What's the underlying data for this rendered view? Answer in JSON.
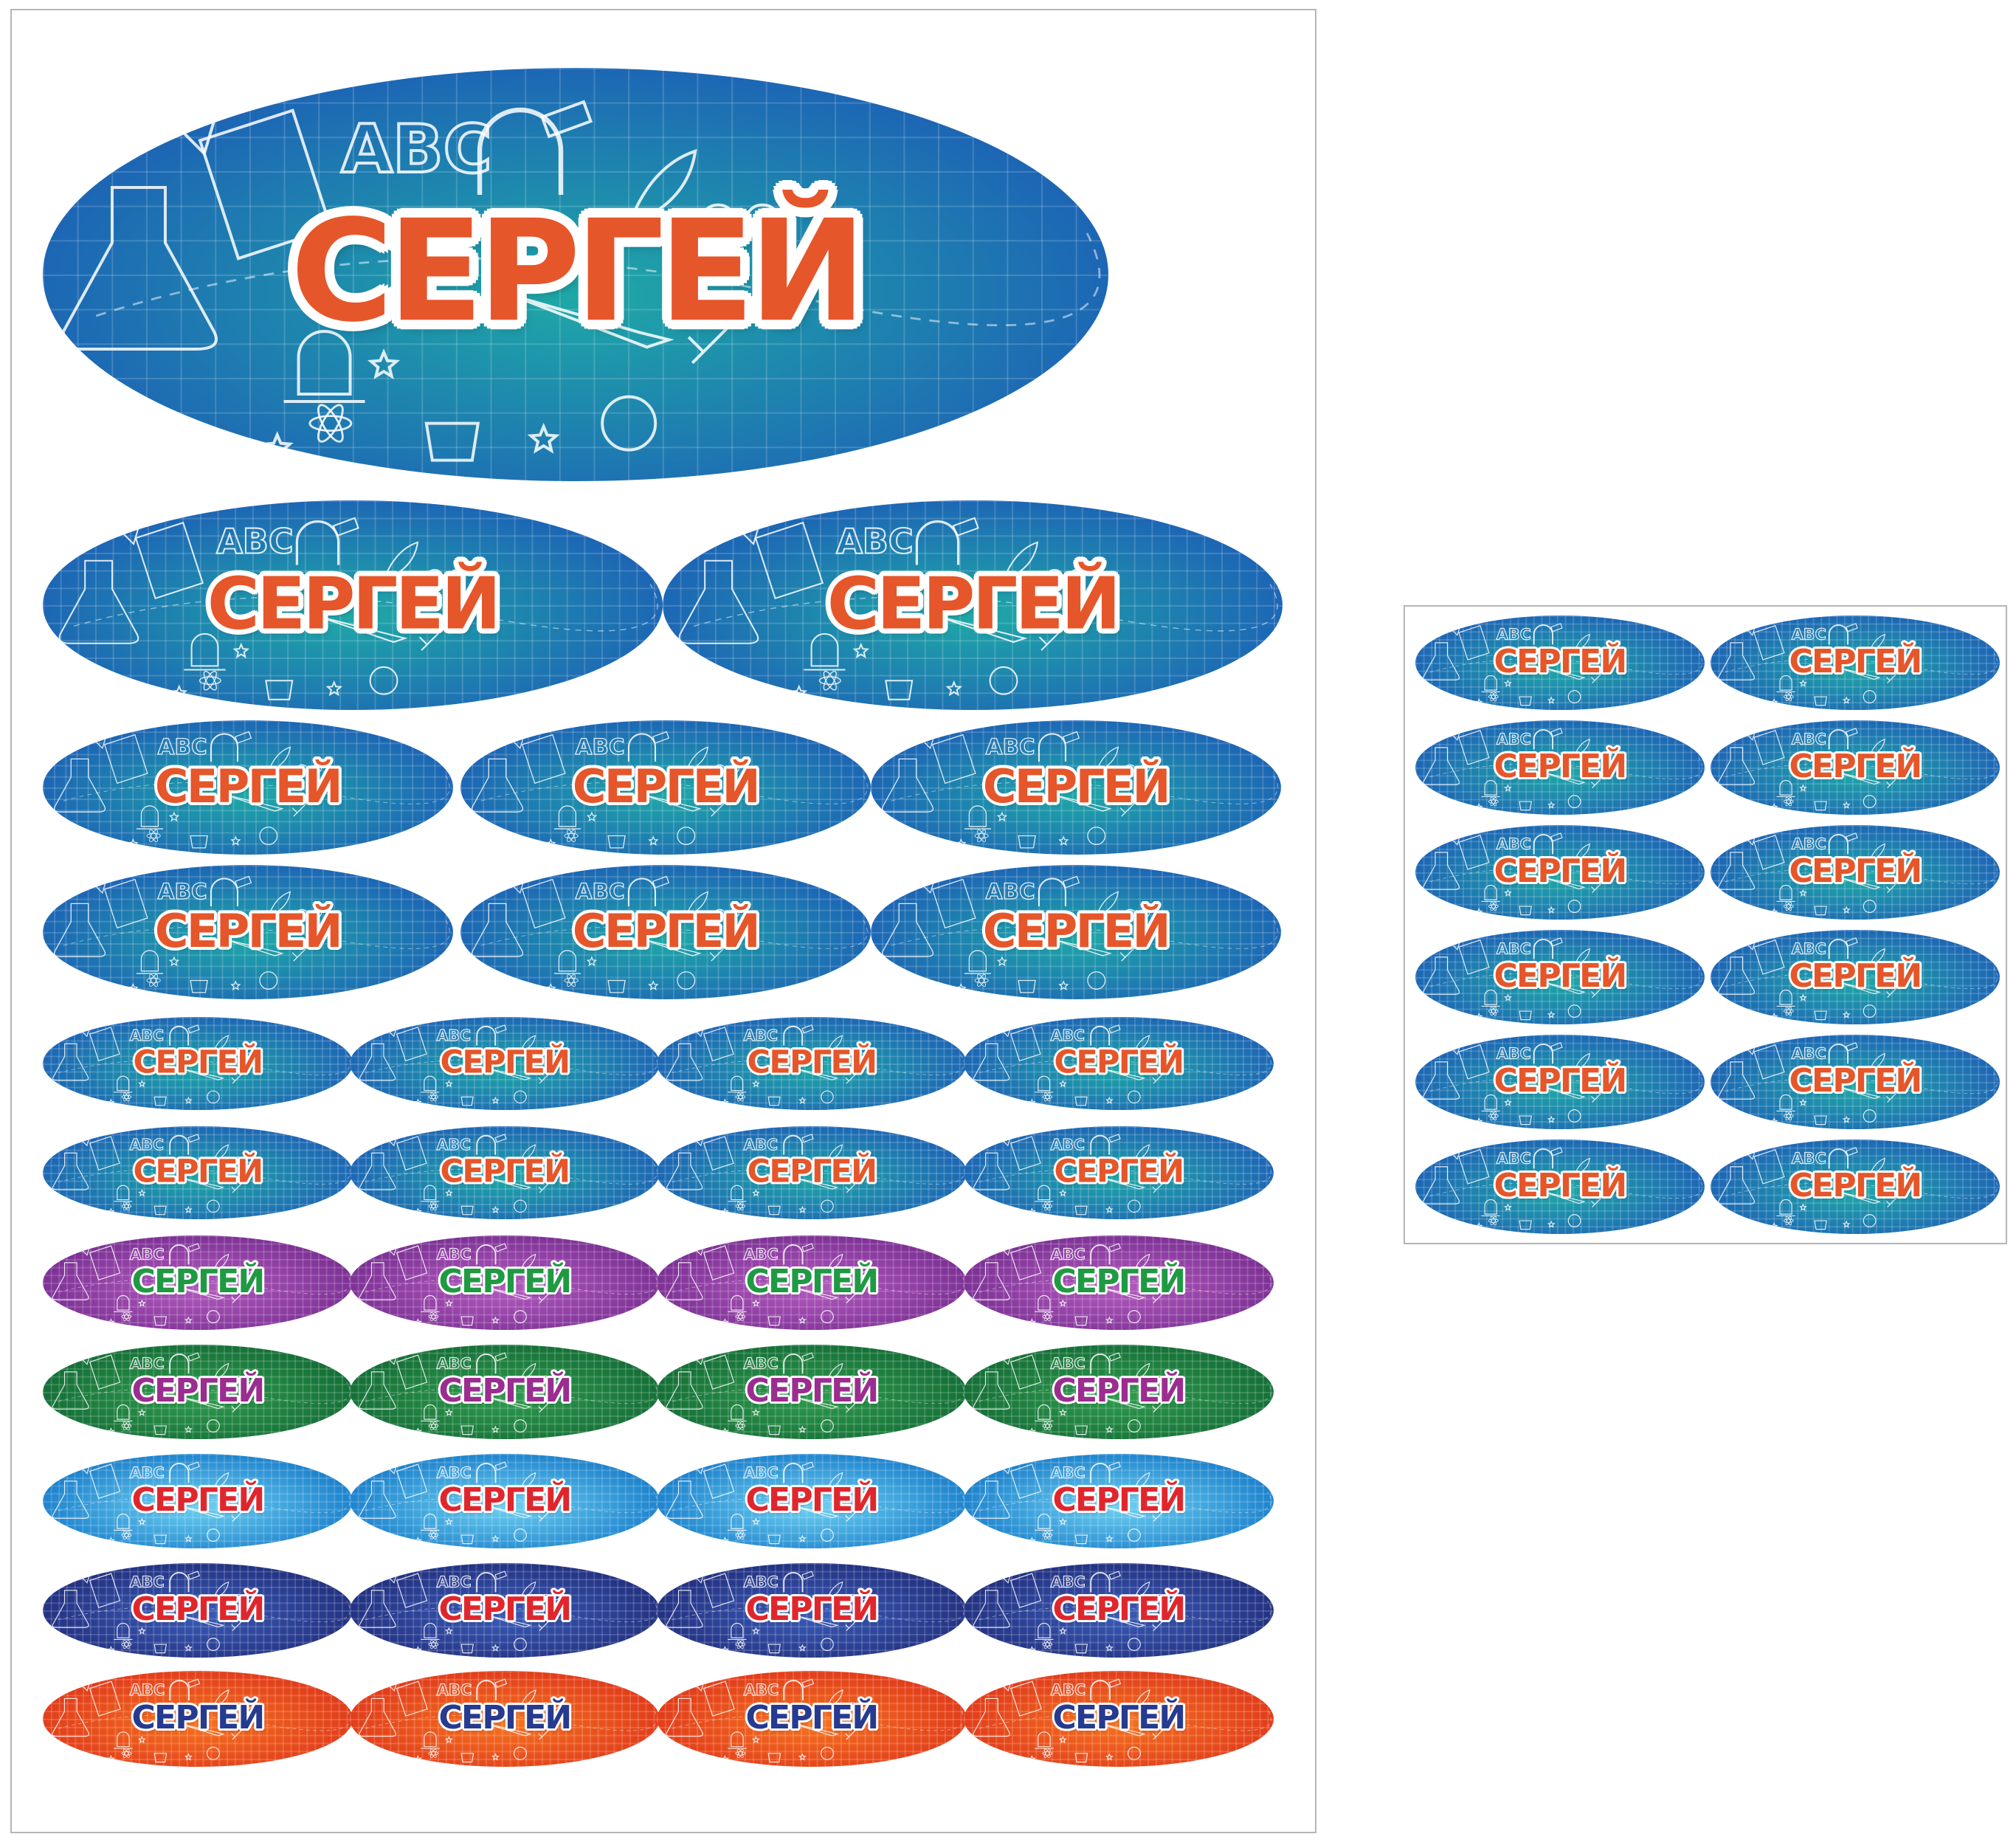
{
  "name_text": "СЕРГЕЙ",
  "decor_text": "ABC",
  "icons": [
    "flask-icon",
    "book-icon",
    "lock-icon",
    "pen-icon",
    "microscope-icon",
    "pushpin-icon",
    "alarm-clock-icon",
    "glasses-icon",
    "leaf-icon",
    "star-icon",
    "atom-icon",
    "cup-icon",
    "eraser-icon",
    "ruler-icon"
  ],
  "themes": {
    "blue": {
      "bg_center": "#1fa9a7",
      "bg_edge": "#1d63b5",
      "text": "#e5562a",
      "outline": "#ffffff"
    },
    "purple": {
      "bg_center": "#b45bbf",
      "bg_edge": "#7a2f93",
      "text": "#1f9a43",
      "outline": "#ffffff"
    },
    "green": {
      "bg_center": "#2f9c4e",
      "bg_edge": "#146d36",
      "text": "#9a2d8f",
      "outline": "#ffffff"
    },
    "lightblue": {
      "bg_center": "#6fd2f2",
      "bg_edge": "#1a7fcb",
      "text": "#e0262d",
      "outline": "#ffffff"
    },
    "navy": {
      "bg_center": "#3a5bb8",
      "bg_edge": "#22307f",
      "text": "#e0262d",
      "outline": "#ffffff"
    },
    "orange": {
      "bg_center": "#f6731f",
      "bg_edge": "#e03a1a",
      "text": "#263a8f",
      "outline": "#ffffff"
    }
  },
  "main_sheet": {
    "rows": [
      {
        "count": 1,
        "theme": "blue"
      },
      {
        "count": 2,
        "theme": "blue"
      },
      {
        "count": 3,
        "theme": "blue"
      },
      {
        "count": 3,
        "theme": "blue"
      },
      {
        "count": 4,
        "theme": "blue"
      },
      {
        "count": 4,
        "theme": "blue"
      },
      {
        "count": 4,
        "theme": "purple"
      },
      {
        "count": 4,
        "theme": "green"
      },
      {
        "count": 4,
        "theme": "lightblue"
      },
      {
        "count": 4,
        "theme": "navy"
      },
      {
        "count": 4,
        "theme": "orange"
      }
    ]
  },
  "small_sheet": {
    "rows": [
      {
        "count": 2,
        "theme": "blue"
      },
      {
        "count": 2,
        "theme": "blue"
      },
      {
        "count": 2,
        "theme": "blue"
      },
      {
        "count": 2,
        "theme": "blue"
      },
      {
        "count": 2,
        "theme": "blue"
      },
      {
        "count": 2,
        "theme": "blue"
      }
    ]
  }
}
